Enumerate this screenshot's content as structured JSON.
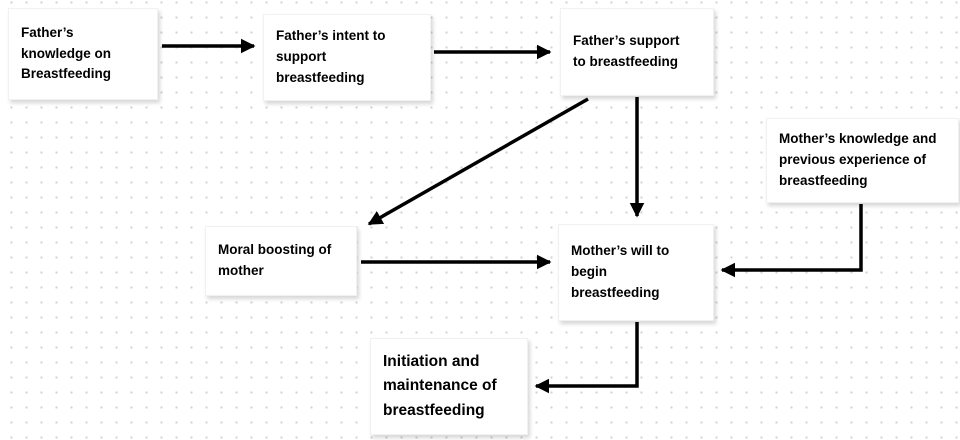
{
  "style": {
    "node_background": "#ffffff",
    "text_color": "#000000",
    "arrow_color": "#000000",
    "grid_dot_color": "#cdd1d8"
  },
  "diagram": {
    "nodes": [
      {
        "id": "father-knowledge",
        "label": "Father’s\nknowledge on\nBreastfeeding"
      },
      {
        "id": "father-intent",
        "label": "Father’s intent to\nsupport\nbreastfeeding"
      },
      {
        "id": "father-support",
        "label": "Father’s support\nto breastfeeding"
      },
      {
        "id": "mother-knowledge",
        "label": "Mother’s knowledge and\nprevious experience of\nbreastfeeding"
      },
      {
        "id": "moral-boosting",
        "label": "Moral boosting of\nmother"
      },
      {
        "id": "mother-will",
        "label": "Mother’s will to\nbegin\nbreastfeeding"
      },
      {
        "id": "initiation",
        "label": "Initiation and\nmaintenance of\nbreastfeeding"
      }
    ],
    "edges": [
      {
        "from": "father-knowledge",
        "to": "father-intent"
      },
      {
        "from": "father-intent",
        "to": "father-support"
      },
      {
        "from": "father-support",
        "to": "moral-boosting"
      },
      {
        "from": "father-support",
        "to": "mother-will"
      },
      {
        "from": "moral-boosting",
        "to": "mother-will"
      },
      {
        "from": "mother-knowledge",
        "to": "mother-will"
      },
      {
        "from": "mother-will",
        "to": "initiation"
      }
    ]
  }
}
